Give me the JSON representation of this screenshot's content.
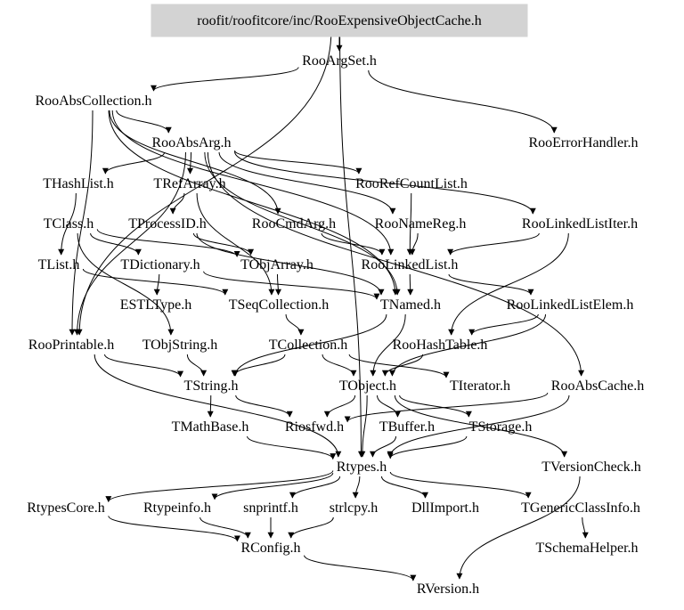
{
  "root_file": "roofit/roofitcore/inc/RooExpensiveObjectCache.h",
  "colors": {
    "root_fill": "#d3d3d3",
    "edge": "#000000",
    "text": "#000000",
    "background": "#ffffff"
  },
  "nodes": {
    "root": "roofit/roofitcore/inc/RooExpensiveObjectCache.h",
    "RooArgSet": "RooArgSet.h",
    "RooAbsCollection": "RooAbsCollection.h",
    "RooAbsArg": "RooAbsArg.h",
    "RooErrorHandler": "RooErrorHandler.h",
    "THashList": "THashList.h",
    "TRefArray": "TRefArray.h",
    "RooRefCountList": "RooRefCountList.h",
    "TClass": "TClass.h",
    "TProcessID": "TProcessID.h",
    "RooCmdArg": "RooCmdArg.h",
    "RooNameReg": "RooNameReg.h",
    "RooLinkedListIter": "RooLinkedListIter.h",
    "TList": "TList.h",
    "TDictionary": "TDictionary.h",
    "TObjArray": "TObjArray.h",
    "RooLinkedList": "RooLinkedList.h",
    "ESTLType": "ESTLType.h",
    "TSeqCollection": "TSeqCollection.h",
    "TNamed": "TNamed.h",
    "RooLinkedListElem": "RooLinkedListElem.h",
    "RooPrintable": "RooPrintable.h",
    "TObjString": "TObjString.h",
    "TCollection": "TCollection.h",
    "RooHashTable": "RooHashTable.h",
    "TString": "TString.h",
    "TObject": "TObject.h",
    "TIterator": "TIterator.h",
    "RooAbsCache": "RooAbsCache.h",
    "TMathBase": "TMathBase.h",
    "Riosfwd": "Riosfwd.h",
    "TBuffer": "TBuffer.h",
    "TStorage": "TStorage.h",
    "Rtypes": "Rtypes.h",
    "TVersionCheck": "TVersionCheck.h",
    "RtypesCore": "RtypesCore.h",
    "Rtypeinfo": "Rtypeinfo.h",
    "snprintf": "snprintf.h",
    "strlcpy": "strlcpy.h",
    "DllImport": "DllImport.h",
    "TGenericClassInfo": "TGenericClassInfo.h",
    "RConfig": "RConfig.h",
    "TSchemaHelper": "TSchemaHelper.h",
    "RVersion": "RVersion.h"
  },
  "edges": [
    [
      "root",
      "RooArgSet"
    ],
    [
      "root",
      "RooPrintable"
    ],
    [
      "root",
      "Rtypes"
    ],
    [
      "RooArgSet",
      "RooAbsCollection"
    ],
    [
      "RooArgSet",
      "RooErrorHandler"
    ],
    [
      "RooAbsCollection",
      "RooAbsArg"
    ],
    [
      "RooAbsCollection",
      "RooPrintable"
    ],
    [
      "RooAbsCollection",
      "TNamed"
    ],
    [
      "RooAbsCollection",
      "RooLinkedList"
    ],
    [
      "RooAbsCollection",
      "RooCmdArg"
    ],
    [
      "RooAbsArg",
      "THashList"
    ],
    [
      "RooAbsArg",
      "TRefArray"
    ],
    [
      "RooAbsArg",
      "RooRefCountList"
    ],
    [
      "RooAbsArg",
      "RooPrintable"
    ],
    [
      "RooAbsArg",
      "RooNameReg"
    ],
    [
      "RooAbsArg",
      "RooLinkedListIter"
    ],
    [
      "RooAbsArg",
      "RooAbsCache"
    ],
    [
      "RooAbsArg",
      "TNamed"
    ],
    [
      "THashList",
      "TList"
    ],
    [
      "TRefArray",
      "TProcessID"
    ],
    [
      "TRefArray",
      "TSeqCollection"
    ],
    [
      "RooRefCountList",
      "RooLinkedList"
    ],
    [
      "TClass",
      "TDictionary"
    ],
    [
      "TClass",
      "TObjArray"
    ],
    [
      "TClass",
      "TObjString"
    ],
    [
      "TProcessID",
      "TNamed"
    ],
    [
      "TProcessID",
      "TObjArray"
    ],
    [
      "RooCmdArg",
      "RooLinkedList"
    ],
    [
      "RooNameReg",
      "RooLinkedList"
    ],
    [
      "RooLinkedListIter",
      "RooLinkedList"
    ],
    [
      "RooLinkedListIter",
      "RooHashTable"
    ],
    [
      "TList",
      "TSeqCollection"
    ],
    [
      "TDictionary",
      "ESTLType"
    ],
    [
      "TDictionary",
      "TNamed"
    ],
    [
      "TObjArray",
      "TSeqCollection"
    ],
    [
      "RooLinkedList",
      "RooLinkedListElem"
    ],
    [
      "RooLinkedList",
      "TNamed"
    ],
    [
      "TSeqCollection",
      "TCollection"
    ],
    [
      "TNamed",
      "TObject"
    ],
    [
      "TNamed",
      "TString"
    ],
    [
      "RooLinkedListElem",
      "TObject"
    ],
    [
      "RooLinkedListElem",
      "RooHashTable"
    ],
    [
      "RooPrintable",
      "TString"
    ],
    [
      "RooPrintable",
      "Rtypes"
    ],
    [
      "TObjString",
      "TString"
    ],
    [
      "TCollection",
      "TObject"
    ],
    [
      "TCollection",
      "TString"
    ],
    [
      "TCollection",
      "TIterator"
    ],
    [
      "RooHashTable",
      "TObject"
    ],
    [
      "TString",
      "TMathBase"
    ],
    [
      "TString",
      "Riosfwd"
    ],
    [
      "TObject",
      "TBuffer"
    ],
    [
      "TObject",
      "TStorage"
    ],
    [
      "TObject",
      "Rtypes"
    ],
    [
      "TObject",
      "TVersionCheck"
    ],
    [
      "TObject",
      "Riosfwd"
    ],
    [
      "RooAbsCache",
      "Riosfwd"
    ],
    [
      "RooAbsCache",
      "Rtypes"
    ],
    [
      "TMathBase",
      "Rtypes"
    ],
    [
      "TBuffer",
      "Rtypes"
    ],
    [
      "TStorage",
      "Rtypes"
    ],
    [
      "Rtypes",
      "RtypesCore"
    ],
    [
      "Rtypes",
      "Rtypeinfo"
    ],
    [
      "Rtypes",
      "snprintf"
    ],
    [
      "Rtypes",
      "strlcpy"
    ],
    [
      "Rtypes",
      "DllImport"
    ],
    [
      "Rtypes",
      "TGenericClassInfo"
    ],
    [
      "TVersionCheck",
      "RVersion"
    ],
    [
      "RtypesCore",
      "RConfig"
    ],
    [
      "Rtypeinfo",
      "RConfig"
    ],
    [
      "snprintf",
      "RConfig"
    ],
    [
      "strlcpy",
      "RConfig"
    ],
    [
      "TGenericClassInfo",
      "TSchemaHelper"
    ],
    [
      "RConfig",
      "RVersion"
    ]
  ]
}
